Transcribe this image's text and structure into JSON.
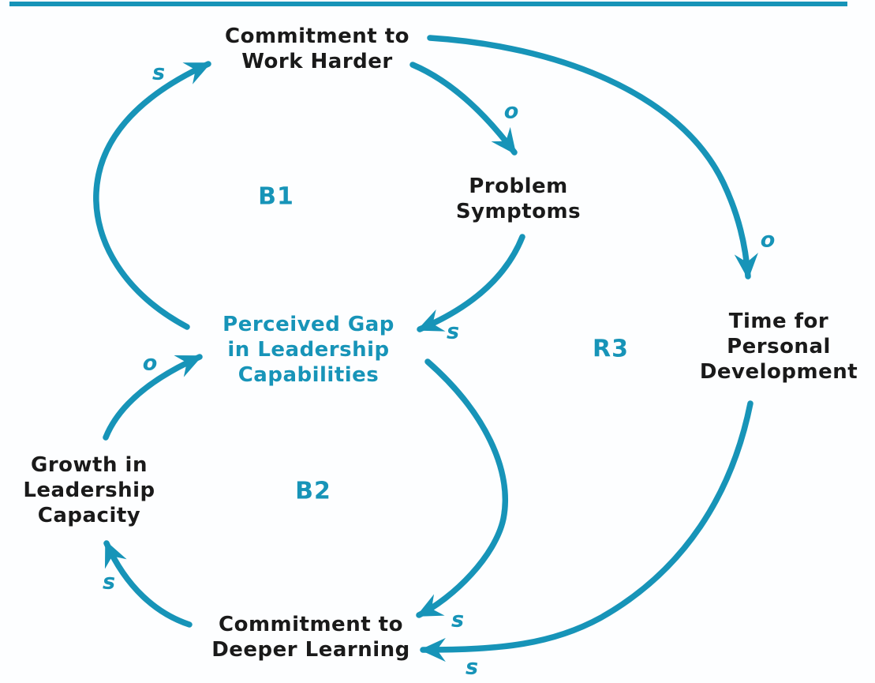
{
  "colors": {
    "accent": "#1794b8",
    "ink": "#1a1a1a",
    "background": "#fdfeff"
  },
  "nodes": [
    {
      "id": "commitment-to-work-harder",
      "line1": "Commitment to",
      "line2": "Work Harder"
    },
    {
      "id": "problem-symptoms",
      "line1": "Problem",
      "line2": "Symptoms"
    },
    {
      "id": "perceived-gap-in-leadership-capabilities",
      "line1": "Perceived Gap",
      "line2": "in Leadership",
      "line3": "Capabilities"
    },
    {
      "id": "time-for-personal-development",
      "line1": "Time for",
      "line2": "Personal",
      "line3": "Development"
    },
    {
      "id": "growth-in-leadership-capacity",
      "line1": "Growth in",
      "line2": "Leadership",
      "line3": "Capacity"
    },
    {
      "id": "commitment-to-deeper-learning",
      "line1": "Commitment to",
      "line2": "Deeper Learning"
    }
  ],
  "loops": [
    {
      "label": "B1"
    },
    {
      "label": "B2"
    },
    {
      "label": "R3"
    }
  ],
  "links": [
    {
      "from": "perceived-gap-in-leadership-capabilities",
      "to": "commitment-to-work-harder",
      "polarity": "s"
    },
    {
      "from": "commitment-to-work-harder",
      "to": "problem-symptoms",
      "polarity": "o"
    },
    {
      "from": "problem-symptoms",
      "to": "perceived-gap-in-leadership-capabilities",
      "polarity": "s"
    },
    {
      "from": "commitment-to-work-harder",
      "to": "time-for-personal-development",
      "polarity": "o"
    },
    {
      "from": "growth-in-leadership-capacity",
      "to": "perceived-gap-in-leadership-capabilities",
      "polarity": "o"
    },
    {
      "from": "commitment-to-deeper-learning",
      "to": "growth-in-leadership-capacity",
      "polarity": "s"
    },
    {
      "from": "perceived-gap-in-leadership-capabilities",
      "to": "commitment-to-deeper-learning",
      "polarity": "s"
    },
    {
      "from": "time-for-personal-development",
      "to": "commitment-to-deeper-learning",
      "polarity": "s"
    }
  ]
}
